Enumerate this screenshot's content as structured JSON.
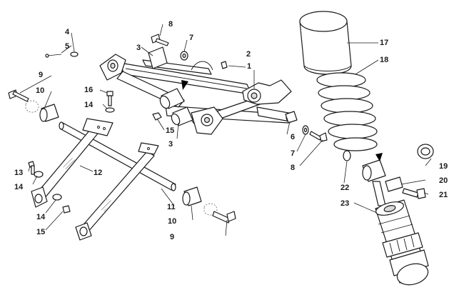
{
  "diagram": {
    "callouts": [
      {
        "id": "c1",
        "label": "1"
      },
      {
        "id": "c2",
        "label": "2"
      },
      {
        "id": "c3a",
        "label": "3"
      },
      {
        "id": "c3b",
        "label": "3"
      },
      {
        "id": "c4",
        "label": "4"
      },
      {
        "id": "c5",
        "label": "5"
      },
      {
        "id": "c6",
        "label": "6"
      },
      {
        "id": "c7a",
        "label": "7"
      },
      {
        "id": "c7b",
        "label": "7"
      },
      {
        "id": "c8a",
        "label": "8"
      },
      {
        "id": "c8b",
        "label": "8"
      },
      {
        "id": "c9a",
        "label": "9"
      },
      {
        "id": "c9b",
        "label": "9"
      },
      {
        "id": "c10a",
        "label": "10"
      },
      {
        "id": "c10b",
        "label": "10"
      },
      {
        "id": "c11",
        "label": "11"
      },
      {
        "id": "c12",
        "label": "12"
      },
      {
        "id": "c13",
        "label": "13"
      },
      {
        "id": "c14a",
        "label": "14"
      },
      {
        "id": "c14b",
        "label": "14"
      },
      {
        "id": "c14c",
        "label": "14"
      },
      {
        "id": "c15a",
        "label": "15"
      },
      {
        "id": "c15b",
        "label": "15"
      },
      {
        "id": "c16",
        "label": "16"
      },
      {
        "id": "c17",
        "label": "17"
      },
      {
        "id": "c18",
        "label": "18"
      },
      {
        "id": "c19",
        "label": "19"
      },
      {
        "id": "c20",
        "label": "20"
      },
      {
        "id": "c21",
        "label": "21"
      },
      {
        "id": "c22",
        "label": "22"
      },
      {
        "id": "c23",
        "label": "23"
      }
    ]
  }
}
